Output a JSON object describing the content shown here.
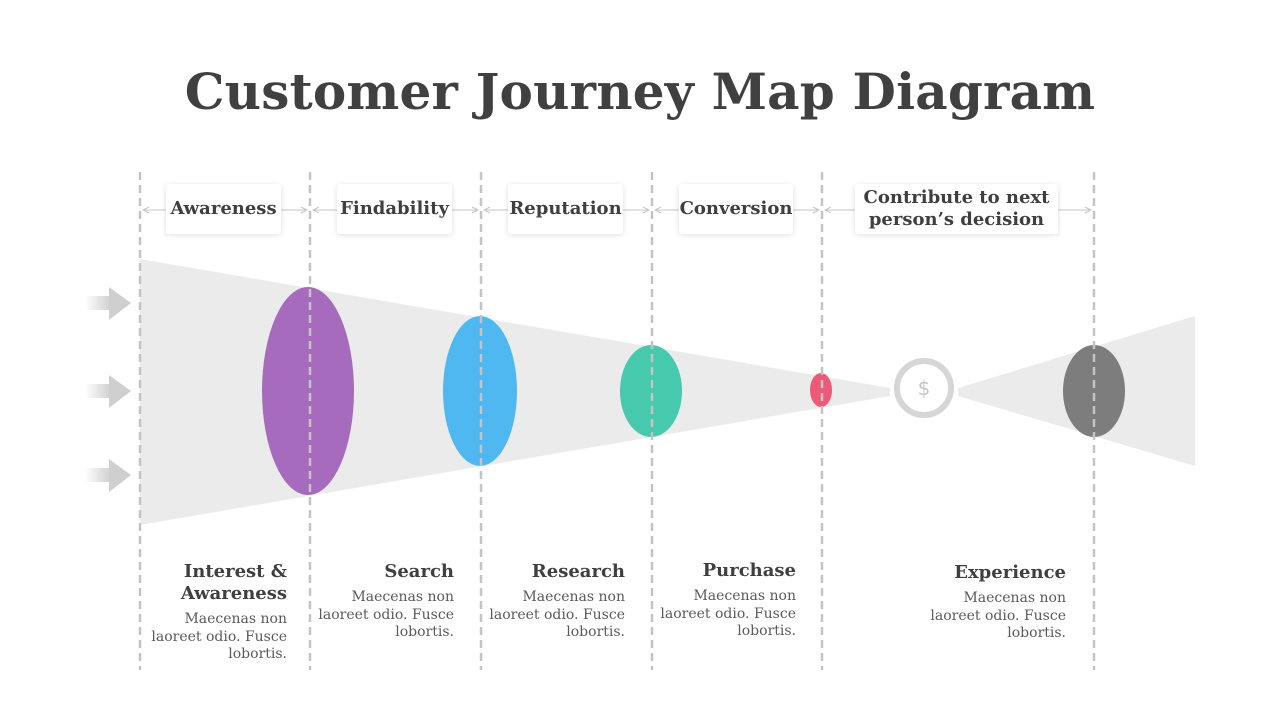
{
  "title": "Customer Journey Map Diagram",
  "stages": [
    {
      "label": "Awareness"
    },
    {
      "label": "Findability"
    },
    {
      "label": "Reputation"
    },
    {
      "label": "Conversion"
    },
    {
      "label": "Contribute to next person’s decision"
    }
  ],
  "steps": [
    {
      "heading": "Interest & Awareness",
      "body": "Maecenas non laoreet odio. Fusce lobortis.",
      "color": "#a66bbd"
    },
    {
      "heading": "Search",
      "body": "Maecenas non laoreet odio. Fusce lobortis.",
      "color": "#4fb8f0"
    },
    {
      "heading": "Research",
      "body": "Maecenas non laoreet odio. Fusce lobortis.",
      "color": "#47c9ad"
    },
    {
      "heading": "Purchase",
      "body": "Maecenas non laoreet odio. Fusce lobortis.",
      "color": "#ec5a78"
    },
    {
      "heading": "Experience",
      "body": "Maecenas non laoreet odio. Fusce lobortis.",
      "color": "#7d7d7d"
    }
  ],
  "conversion_icon": {
    "name": "dollar-coin-icon",
    "glyph": "$"
  },
  "input_arrow_icon": "arrow-right-icon",
  "funnel_color": "#ebebeb",
  "divider_color": "#c4c4c4"
}
